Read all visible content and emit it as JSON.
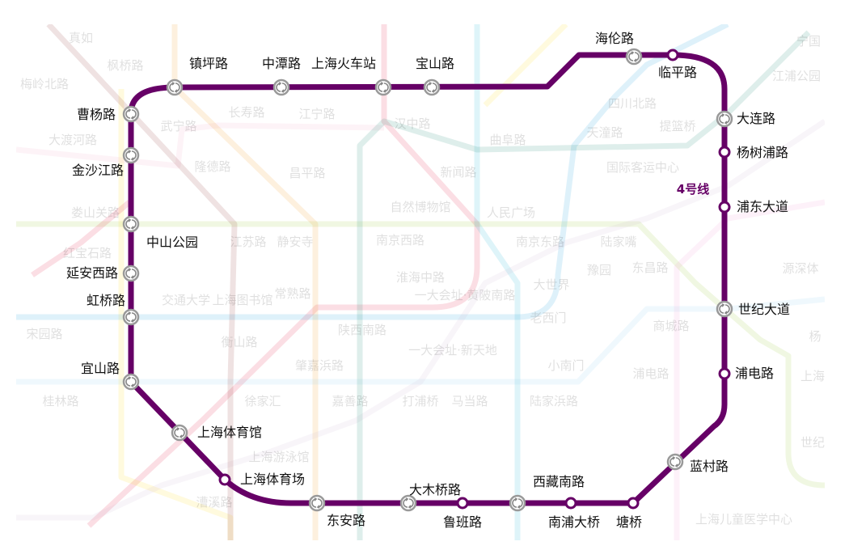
{
  "line": {
    "name": "4号线",
    "color": "#660066",
    "stations": [
      {
        "name": "镇坪路",
        "transfer": true
      },
      {
        "name": "中潭路",
        "transfer": true
      },
      {
        "name": "上海火车站",
        "transfer": true
      },
      {
        "name": "宝山路",
        "transfer": true
      },
      {
        "name": "海伦路",
        "transfer": true
      },
      {
        "name": "临平路",
        "transfer": false
      },
      {
        "name": "大连路",
        "transfer": true
      },
      {
        "name": "杨树浦路",
        "transfer": false
      },
      {
        "name": "浦东大道",
        "transfer": false
      },
      {
        "name": "世纪大道",
        "transfer": true
      },
      {
        "name": "浦电路",
        "transfer": false
      },
      {
        "name": "蓝村路",
        "transfer": true
      },
      {
        "name": "塘桥",
        "transfer": false
      },
      {
        "name": "南浦大桥",
        "transfer": false
      },
      {
        "name": "西藏南路",
        "transfer": true
      },
      {
        "name": "鲁班路",
        "transfer": false
      },
      {
        "name": "大木桥路",
        "transfer": true
      },
      {
        "name": "东安路",
        "transfer": true
      },
      {
        "name": "上海体育场",
        "transfer": false
      },
      {
        "name": "上海体育馆",
        "transfer": true
      },
      {
        "name": "宜山路",
        "transfer": true
      },
      {
        "name": "虹桥路",
        "transfer": true
      },
      {
        "name": "延安西路",
        "transfer": true
      },
      {
        "name": "中山公园",
        "transfer": true
      },
      {
        "name": "金沙江路",
        "transfer": true
      },
      {
        "name": "曹杨路",
        "transfer": true
      }
    ]
  },
  "background": {
    "labels": [
      "真如",
      "枫桥路",
      "梅岭北路",
      "大渡河路",
      "娄山关路",
      "红宝石路",
      "宋园路",
      "桂林路",
      "武宁路",
      "长寿路",
      "江宁路",
      "隆德路",
      "昌平路",
      "汉中路",
      "自然博物馆",
      "江苏路",
      "静安寺",
      "南京西路",
      "淮海中路",
      "一大会址·黄陂南路",
      "常熟路",
      "交通大学",
      "上海图书馆",
      "陕西南路",
      "衡山路",
      "一大会址·新天地",
      "肇嘉浜路",
      "徐家汇",
      "嘉善路",
      "打浦桥",
      "马当路",
      "上海游泳馆",
      "漕溪路",
      "曲阜路",
      "新闻路",
      "人民广场",
      "南京东路",
      "陆家嘴",
      "豫园",
      "东昌路",
      "大世界",
      "老西门",
      "小南门",
      "陆家浜路",
      "商城路",
      "浦电路",
      "上海儿童医学中心",
      "四川北路",
      "天潼路",
      "提篮桥",
      "国际客运中心",
      "宁国",
      "江浦公园",
      "源深体",
      "杨",
      "上海",
      "世纪"
    ],
    "line_colors": [
      "#e3002b",
      "#8cc220",
      "#fcd600",
      "#f3a0c0",
      "#00a8d0",
      "#f38c00",
      "#0094d8",
      "#87caed",
      "#c7afd3",
      "#841c21",
      "#007b61",
      "#ef95cf",
      "#bbbbbb"
    ]
  },
  "icons": {
    "transfer": "transfer-arrows-icon"
  }
}
